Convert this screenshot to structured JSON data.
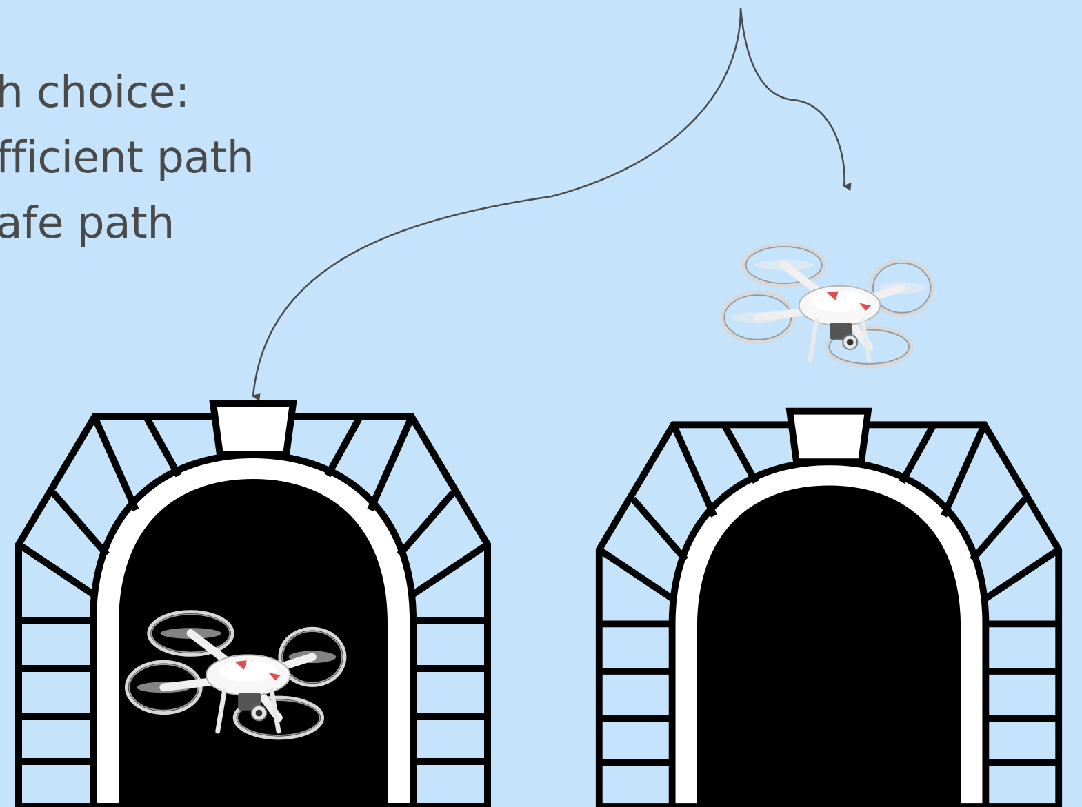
{
  "text_lines": [
    "h choice:",
    "fficient path",
    "afe path"
  ],
  "colors": {
    "background": "#c5e3fb",
    "text": "#4a4a4a",
    "tunnel_interior": "#000000",
    "tunnel_lining": "#ffffff",
    "stone": "#c5e3fb",
    "arrow": "#4a4a4a"
  },
  "icons": [
    "drone-icon",
    "tunnel-icon",
    "arrow-icon"
  ]
}
